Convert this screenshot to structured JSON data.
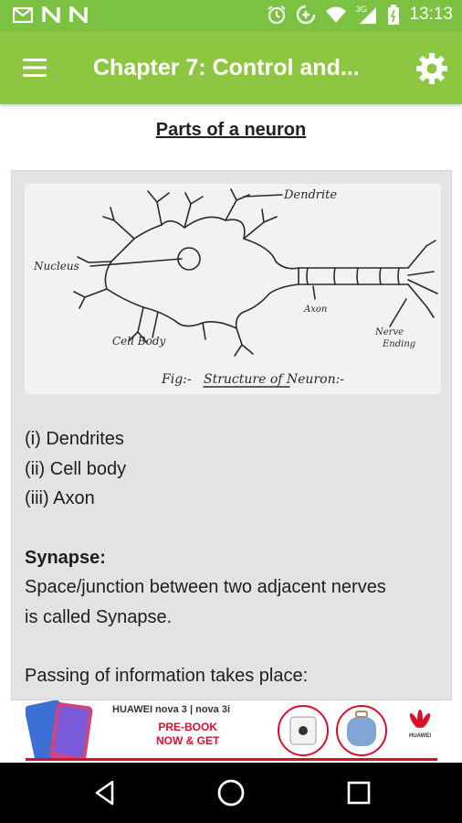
{
  "status_bar": {
    "time": "13:13",
    "network_label": "3G",
    "left_icons": [
      "gmail-icon",
      "n-app-icon",
      "n-app-icon"
    ],
    "right_icons": [
      "alarm-icon",
      "data-saver-icon",
      "wifi-icon",
      "signal-icon",
      "battery-icon"
    ]
  },
  "app_bar": {
    "title": "Chapter 7: Control and...",
    "menu_icon": "hamburger-menu-icon",
    "settings_icon": "gear-icon"
  },
  "content": {
    "section_title": "Parts of a neuron",
    "diagram": {
      "labels": {
        "dendrite": "Dendrite",
        "nucleus": "Nucleus",
        "axon": "Axon",
        "cell_body": "Cell Body",
        "nerve_ending": [
          "Nerve",
          "Ending"
        ],
        "caption_prefix": "Fig:-",
        "caption": "Structure of Neuron:-"
      }
    },
    "parts": [
      "(i) Dendrites",
      "(ii) Cell body",
      "(iii) Axon"
    ],
    "synapse_heading": "Synapse:",
    "synapse_text_line1": "Space/junction between two adjacent nerves",
    "synapse_text_line2": "is called Synapse.",
    "passing_text": "Passing of information takes place:"
  },
  "ad": {
    "brand_line": "HUAWEI nova 3 | nova 3i",
    "cta_line1": "PRE-BOOK",
    "cta_line2": "NOW & GET",
    "logo_text": "HUAWEI"
  },
  "nav_bar": {
    "icons": [
      "back-icon",
      "home-icon",
      "recents-icon"
    ]
  },
  "colors": {
    "status_bar": "#7cc242",
    "app_bar": "#8dc641",
    "card_background": "#e3e3e3",
    "ad_red": "#d8102c"
  }
}
